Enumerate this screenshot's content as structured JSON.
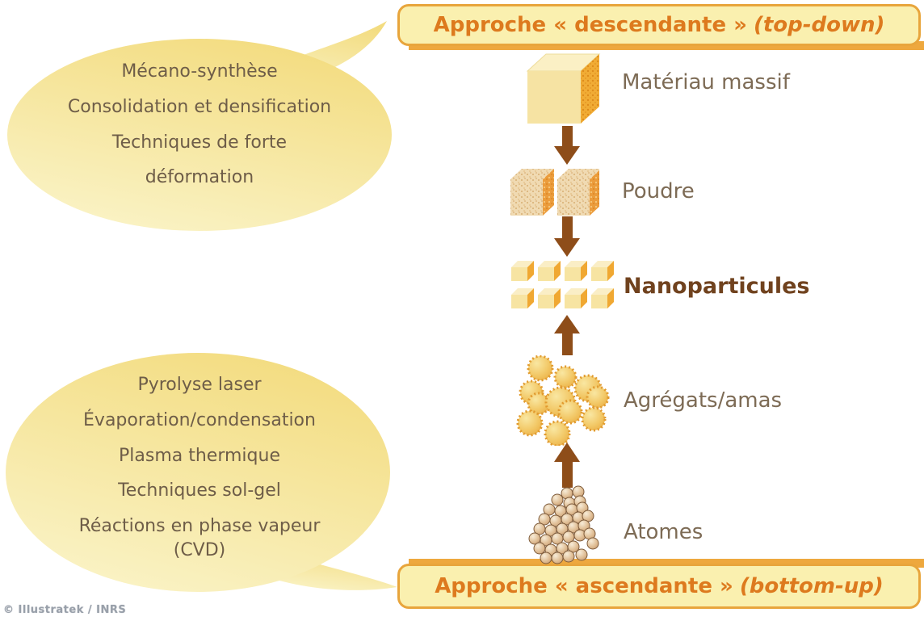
{
  "credit": "© Illustratek / INRS",
  "banners": {
    "top": {
      "label": "Approche « descendante »",
      "tag": "(top-down)"
    },
    "bottom": {
      "label": "Approche « ascendante »",
      "tag": "(bottom-up)"
    }
  },
  "bubbles": {
    "top_down": {
      "lines": [
        "Mécano-synthèse",
        "Consolidation et densification",
        "Techniques de forte",
        "déformation"
      ]
    },
    "bottom_up": {
      "lines": [
        "Pyrolyse laser",
        "Évaporation/condensation",
        "Plasma thermique",
        "Techniques sol-gel",
        "Réactions en phase vapeur",
        "(CVD)"
      ]
    }
  },
  "flow": {
    "stages": [
      {
        "label": "Matériau massif",
        "icon": "bulk-material-cube-icon"
      },
      {
        "label": "Poudre",
        "icon": "powder-cubes-icon"
      },
      {
        "label": "Nanoparticules",
        "icon": "nanoparticle-cubes-icon"
      },
      {
        "label": "Agrégats/amas",
        "icon": "aggregate-clusters-icon"
      },
      {
        "label": "Atomes",
        "icon": "atom-cluster-icon"
      }
    ],
    "arrows": {
      "top_section": "down",
      "bottom_section": "up"
    }
  },
  "colors": {
    "banner_text": "#DD7A1E",
    "banner_fill": "#FAF0AF",
    "banner_border": "#E8A53C",
    "strip_orange": "#EEA83E",
    "arrow_brown": "#8E4D19",
    "bubble_yellow": "#F4DF86",
    "label_brown_gray": "#7D6B55",
    "nano_label_brown": "#70421E"
  }
}
